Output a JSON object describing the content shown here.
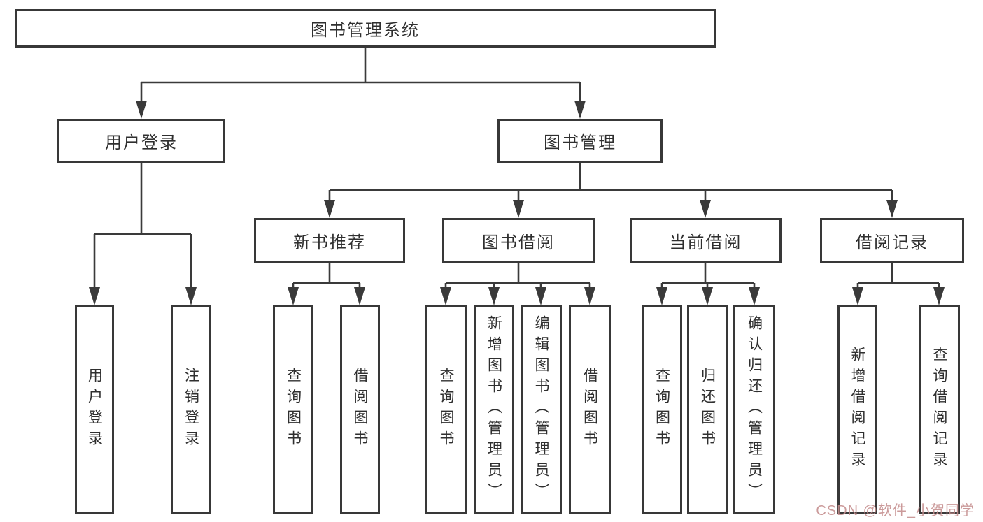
{
  "diagram": {
    "title": "图书管理系统",
    "tree": {
      "root": {
        "label": "图书管理系统",
        "children": [
          {
            "label": "用户登录",
            "children": [
              {
                "label": "用户登录"
              },
              {
                "label": "注销登录"
              }
            ]
          },
          {
            "label": "图书管理",
            "children": [
              {
                "label": "新书推荐",
                "children": [
                  {
                    "label": "查询图书"
                  },
                  {
                    "label": "借阅图书"
                  }
                ]
              },
              {
                "label": "图书借阅",
                "children": [
                  {
                    "label": "查询图书"
                  },
                  {
                    "label": "新增图书（管理员）"
                  },
                  {
                    "label": "编辑图书（管理员）"
                  },
                  {
                    "label": "借阅图书"
                  }
                ]
              },
              {
                "label": "当前借阅",
                "children": [
                  {
                    "label": "查询图书"
                  },
                  {
                    "label": "归还图书"
                  },
                  {
                    "label": "确认归还（管理员）"
                  }
                ]
              },
              {
                "label": "借阅记录",
                "children": [
                  {
                    "label": "新增借阅记录"
                  },
                  {
                    "label": "查询借阅记录"
                  }
                ]
              }
            ]
          }
        ]
      }
    },
    "colors": {
      "line": "#3a3a3a",
      "box_border": "#383838",
      "text": "#2f2f2f",
      "background": "#ffffff",
      "watermark": "#c48c8c"
    }
  },
  "watermark": {
    "text": "CSDN @软件_小贺同学"
  }
}
